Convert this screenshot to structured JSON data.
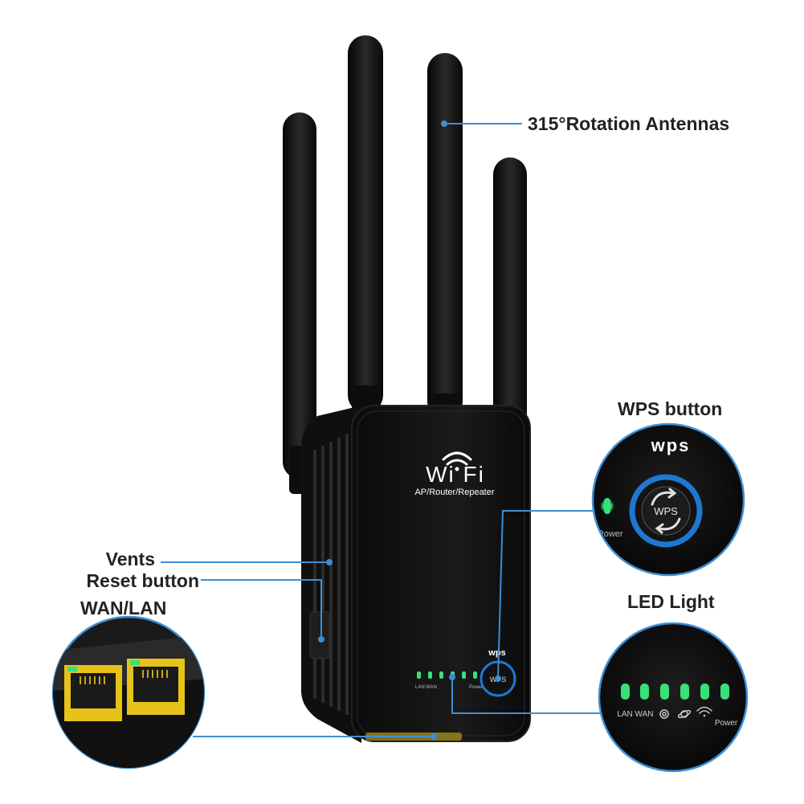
{
  "product": {
    "brand_wordmark": "Wi Fi",
    "mode_text": "AP/Router/Repeater",
    "wps_text": "wps",
    "wps_button_text": "WPS"
  },
  "callouts": {
    "antennas": "315°Rotation Antennas",
    "wps_button": "WPS button",
    "led_light": "LED Light",
    "vents": "Vents",
    "reset_button": "Reset button",
    "wan_lan": "WAN/LAN"
  },
  "led_labels": [
    "LAN",
    "WAN",
    "",
    "",
    "",
    "Power"
  ],
  "colors": {
    "callout_line": "#3b8fd6",
    "led": "#39e07a",
    "wps_ring": "#1e78d2",
    "port_yellow": "#e6c21a",
    "device": "#141414"
  }
}
